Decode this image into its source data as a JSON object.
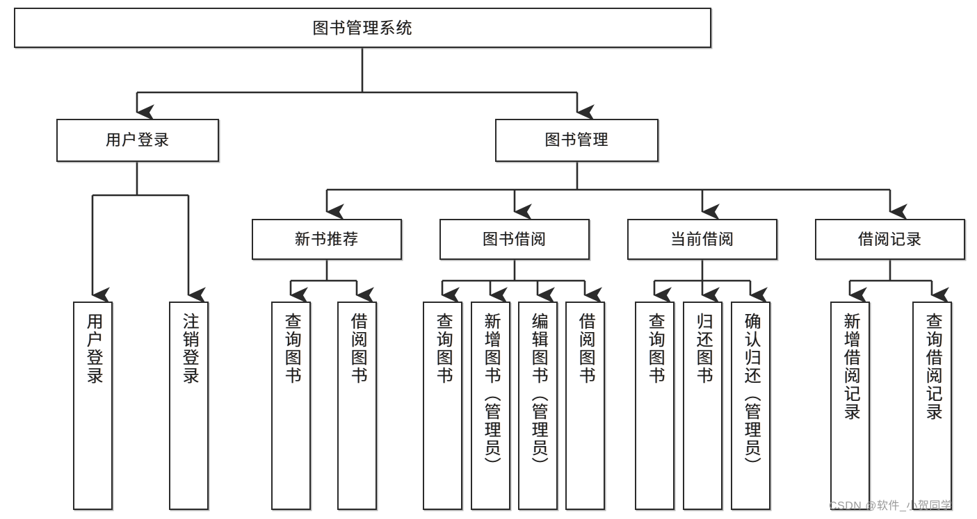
{
  "diagram": {
    "type": "tree-hierarchy",
    "title": "图书管理系统",
    "root": {
      "id": "root",
      "label": "图书管理系统"
    },
    "level2": [
      {
        "id": "user-login",
        "label": "用户登录"
      },
      {
        "id": "book-manage",
        "label": "图书管理"
      }
    ],
    "level3": [
      {
        "id": "new-book-rec",
        "label": "新书推荐",
        "parent": "book-manage"
      },
      {
        "id": "book-borrow",
        "label": "图书借阅",
        "parent": "book-manage"
      },
      {
        "id": "current-borrow",
        "label": "当前借阅",
        "parent": "book-manage"
      },
      {
        "id": "borrow-record",
        "label": "借阅记录",
        "parent": "book-manage"
      }
    ],
    "leaves": [
      {
        "id": "leaf-user-login",
        "label": "用户登录",
        "parent": "user-login"
      },
      {
        "id": "leaf-user-logout",
        "label": "注销登录",
        "parent": "user-login"
      },
      {
        "id": "leaf-rec-query",
        "label": "查询图书",
        "parent": "new-book-rec"
      },
      {
        "id": "leaf-rec-borrow",
        "label": "借阅图书",
        "parent": "new-book-rec"
      },
      {
        "id": "leaf-borrow-query",
        "label": "查询图书",
        "parent": "book-borrow"
      },
      {
        "id": "leaf-borrow-add",
        "label": "新增图书（管理员）",
        "parent": "book-borrow"
      },
      {
        "id": "leaf-borrow-edit",
        "label": "编辑图书（管理员）",
        "parent": "book-borrow"
      },
      {
        "id": "leaf-borrow-lend",
        "label": "借阅图书",
        "parent": "book-borrow"
      },
      {
        "id": "leaf-cur-query",
        "label": "查询图书",
        "parent": "current-borrow"
      },
      {
        "id": "leaf-cur-return",
        "label": "归还图书",
        "parent": "current-borrow"
      },
      {
        "id": "leaf-cur-confirm",
        "label": "确认归还（管理员）",
        "parent": "current-borrow"
      },
      {
        "id": "leaf-rec-add",
        "label": "新增借阅记录",
        "parent": "borrow-record"
      },
      {
        "id": "leaf-rec-query-record",
        "label": "查询借阅记录",
        "parent": "borrow-record"
      }
    ],
    "colors": {
      "background": "#ffffff",
      "box_border": "#2b2b2b",
      "box_fill": "#ffffff",
      "connector": "#2b2b2b",
      "text": "#1a1a1a",
      "watermark": "#9a9a9a"
    }
  },
  "watermark": {
    "text": "CSDN @软件_小贺同学"
  }
}
